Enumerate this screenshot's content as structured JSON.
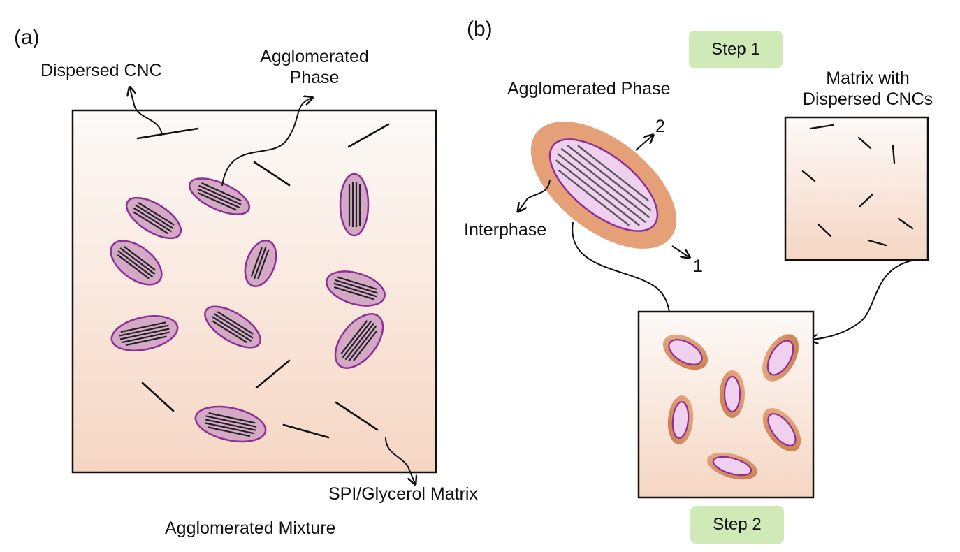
{
  "panel_a": {
    "tag": "(a)",
    "labels": {
      "dispersed_cnc": "Dispersed CNC",
      "agglomerated_phase_line1": "Agglomerated",
      "agglomerated_phase_line2": "Phase",
      "matrix": "SPI/Glycerol Matrix",
      "caption": "Agglomerated Mixture"
    }
  },
  "panel_b": {
    "tag": "(b)",
    "step1": "Step 1",
    "step2": "Step 2",
    "labels": {
      "agglomerated_phase": "Agglomerated Phase",
      "interphase": "Interphase",
      "matrix_line1": "Matrix with",
      "matrix_line2": "Dispersed CNCs",
      "marker_1": "1",
      "marker_2": "2"
    }
  },
  "colors": {
    "box_fill_top": "#fdfaf8",
    "box_fill_bottom": "#f6d9c8",
    "agglomerate_fill": "#d3a9c6",
    "agglomerate_stroke": "#8e2f94",
    "interphase_fill": "#e6a077",
    "core_fill": "#efd0ee",
    "step_fill": "#cfe9b7"
  }
}
